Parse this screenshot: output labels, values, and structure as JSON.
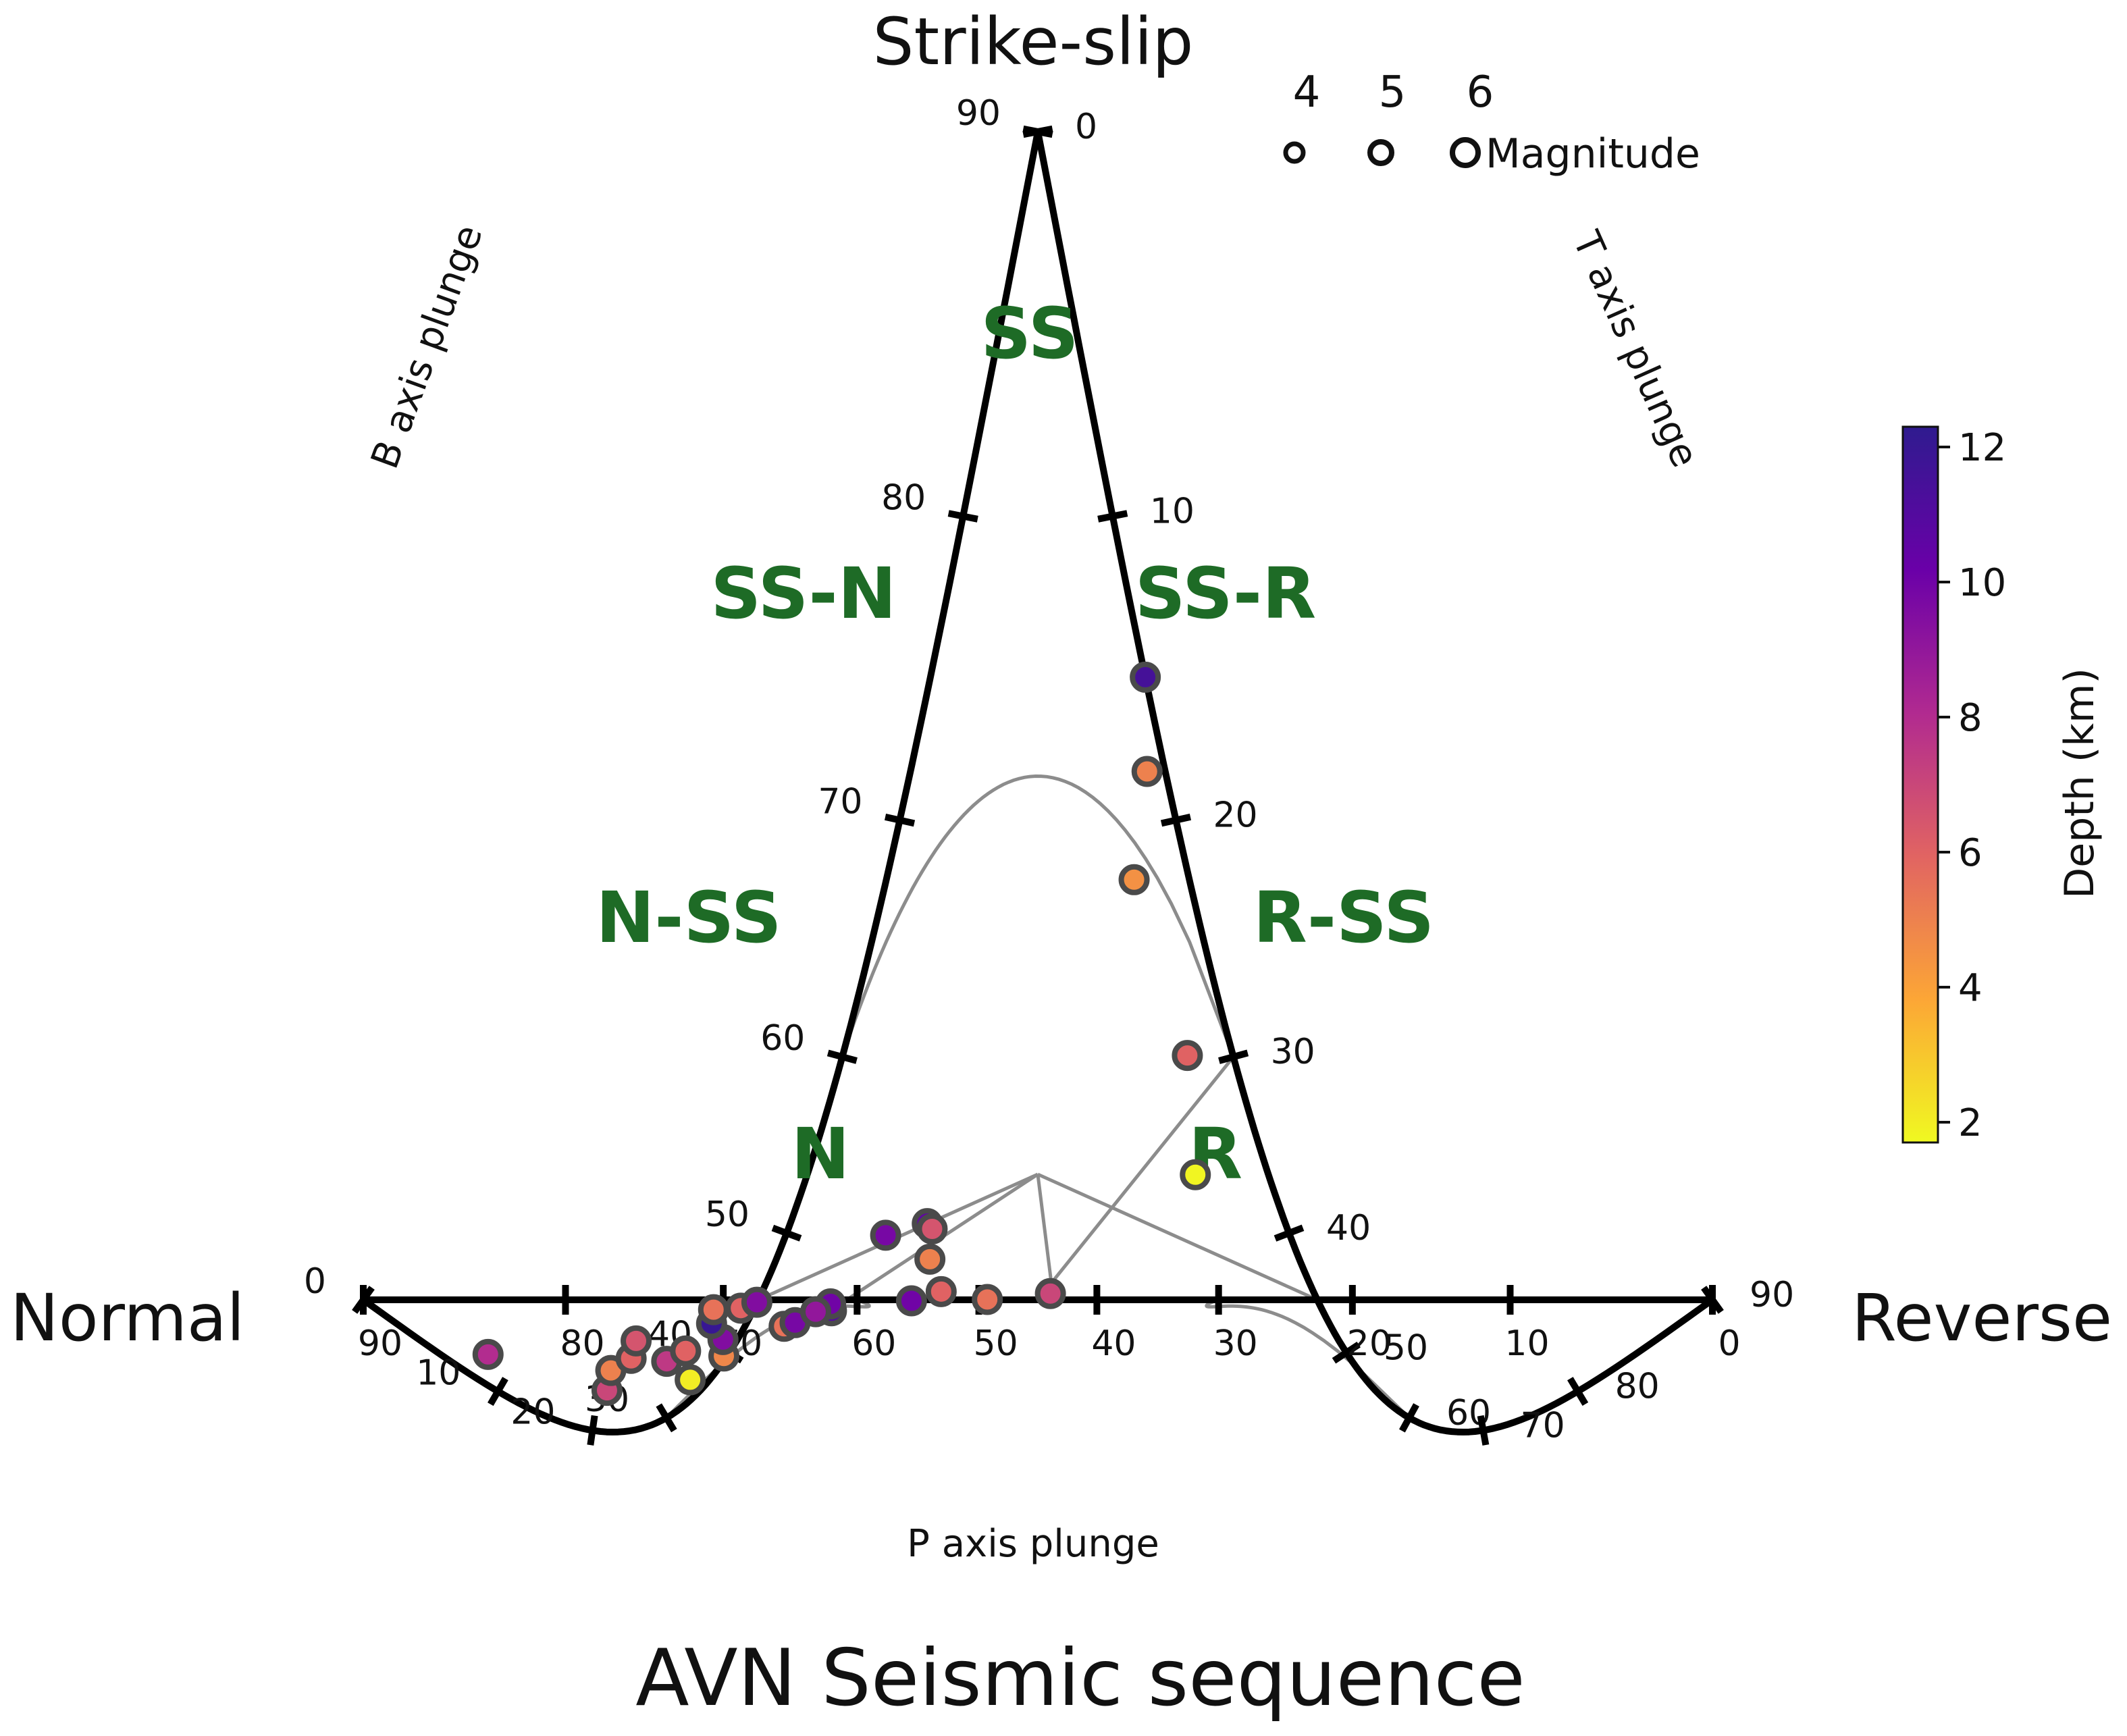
{
  "chart_data": {
    "type": "scatter",
    "title": "AVN Seismic sequence",
    "corner_labels": {
      "top": "Strike-slip",
      "left": "Normal",
      "right": "Reverse"
    },
    "axes": {
      "b_axis": {
        "label": "B axis plunge",
        "ticks": [
          "0",
          "10",
          "20",
          "30",
          "40",
          "50",
          "60",
          "70",
          "80",
          "90"
        ]
      },
      "t_axis": {
        "label": "T axis plunge",
        "ticks": [
          "0",
          "10",
          "20",
          "30",
          "40",
          "50",
          "60",
          "70",
          "80",
          "90"
        ]
      },
      "p_axis": {
        "label": "P axis plunge",
        "ticks": [
          "90",
          "80",
          "70",
          "60",
          "50",
          "40",
          "30",
          "20",
          "10",
          "0"
        ]
      }
    },
    "regions": [
      "SS",
      "SS-N",
      "SS-R",
      "N-SS",
      "R-SS",
      "N",
      "R"
    ],
    "magnitude_legend": {
      "title": "Magnitude",
      "values": [
        "4",
        "5",
        "6"
      ]
    },
    "colorbar": {
      "label": "Depth (km)",
      "range": [
        1.7,
        12.3
      ],
      "ticks": [
        "2",
        "4",
        "6",
        "8",
        "10",
        "12"
      ],
      "colormap": "plasma_r"
    },
    "events": [
      {
        "t": 17,
        "b": 75,
        "depth": 11.5
      },
      {
        "t": 24,
        "b": 65,
        "depth": 5.0
      },
      {
        "t": 29,
        "b": 58,
        "depth": 4.5
      },
      {
        "t": 37,
        "b": 51,
        "depth": 6.0
      },
      {
        "t": 45,
        "b": 41,
        "depth": 1.8
      },
      {
        "t": 20,
        "b": 33,
        "depth": 9.8
      },
      {
        "t": 25,
        "b": 32,
        "depth": 10.5
      },
      {
        "t": 26,
        "b": 31,
        "depth": 6.5
      },
      {
        "t": 28,
        "b": 26,
        "depth": 5.0
      },
      {
        "t": 15,
        "b": 22,
        "depth": 5.5
      },
      {
        "t": 17,
        "b": 20,
        "depth": 9.8
      },
      {
        "t": 10,
        "b": 21,
        "depth": 4.8
      },
      {
        "t": 6,
        "b": 23,
        "depth": 2.0
      },
      {
        "t": 33,
        "b": 16,
        "depth": 6.0
      },
      {
        "t": 4,
        "b": 15,
        "depth": 7.0
      },
      {
        "t": 9,
        "b": 14,
        "depth": 7.5
      },
      {
        "t": 11,
        "b": 13,
        "depth": 6.0
      },
      {
        "t": 14,
        "b": 13,
        "depth": 9.5
      },
      {
        "t": 6,
        "b": 12,
        "depth": 5.0
      },
      {
        "t": 8,
        "b": 11,
        "depth": 6.0
      },
      {
        "t": 25,
        "b": 9,
        "depth": 11.0
      },
      {
        "t": 45,
        "b": 12,
        "depth": 7.0
      },
      {
        "t": 2,
        "b": 6,
        "depth": 8.0
      },
      {
        "t": 10,
        "b": 8,
        "depth": 6.5
      },
      {
        "t": 16,
        "b": 7,
        "depth": 12.0
      },
      {
        "t": 18,
        "b": 3,
        "depth": 5.5
      },
      {
        "t": 20,
        "b": 3,
        "depth": 6.0
      },
      {
        "t": 27,
        "b": 3,
        "depth": 10.0
      },
      {
        "t": 22,
        "b": 1,
        "depth": 9.5
      },
      {
        "t": 34,
        "b": 2,
        "depth": 10.0
      },
      {
        "t": 24,
        "b": 8,
        "depth": 9.0
      },
      {
        "t": 40,
        "b": 6,
        "depth": 5.5
      }
    ]
  }
}
